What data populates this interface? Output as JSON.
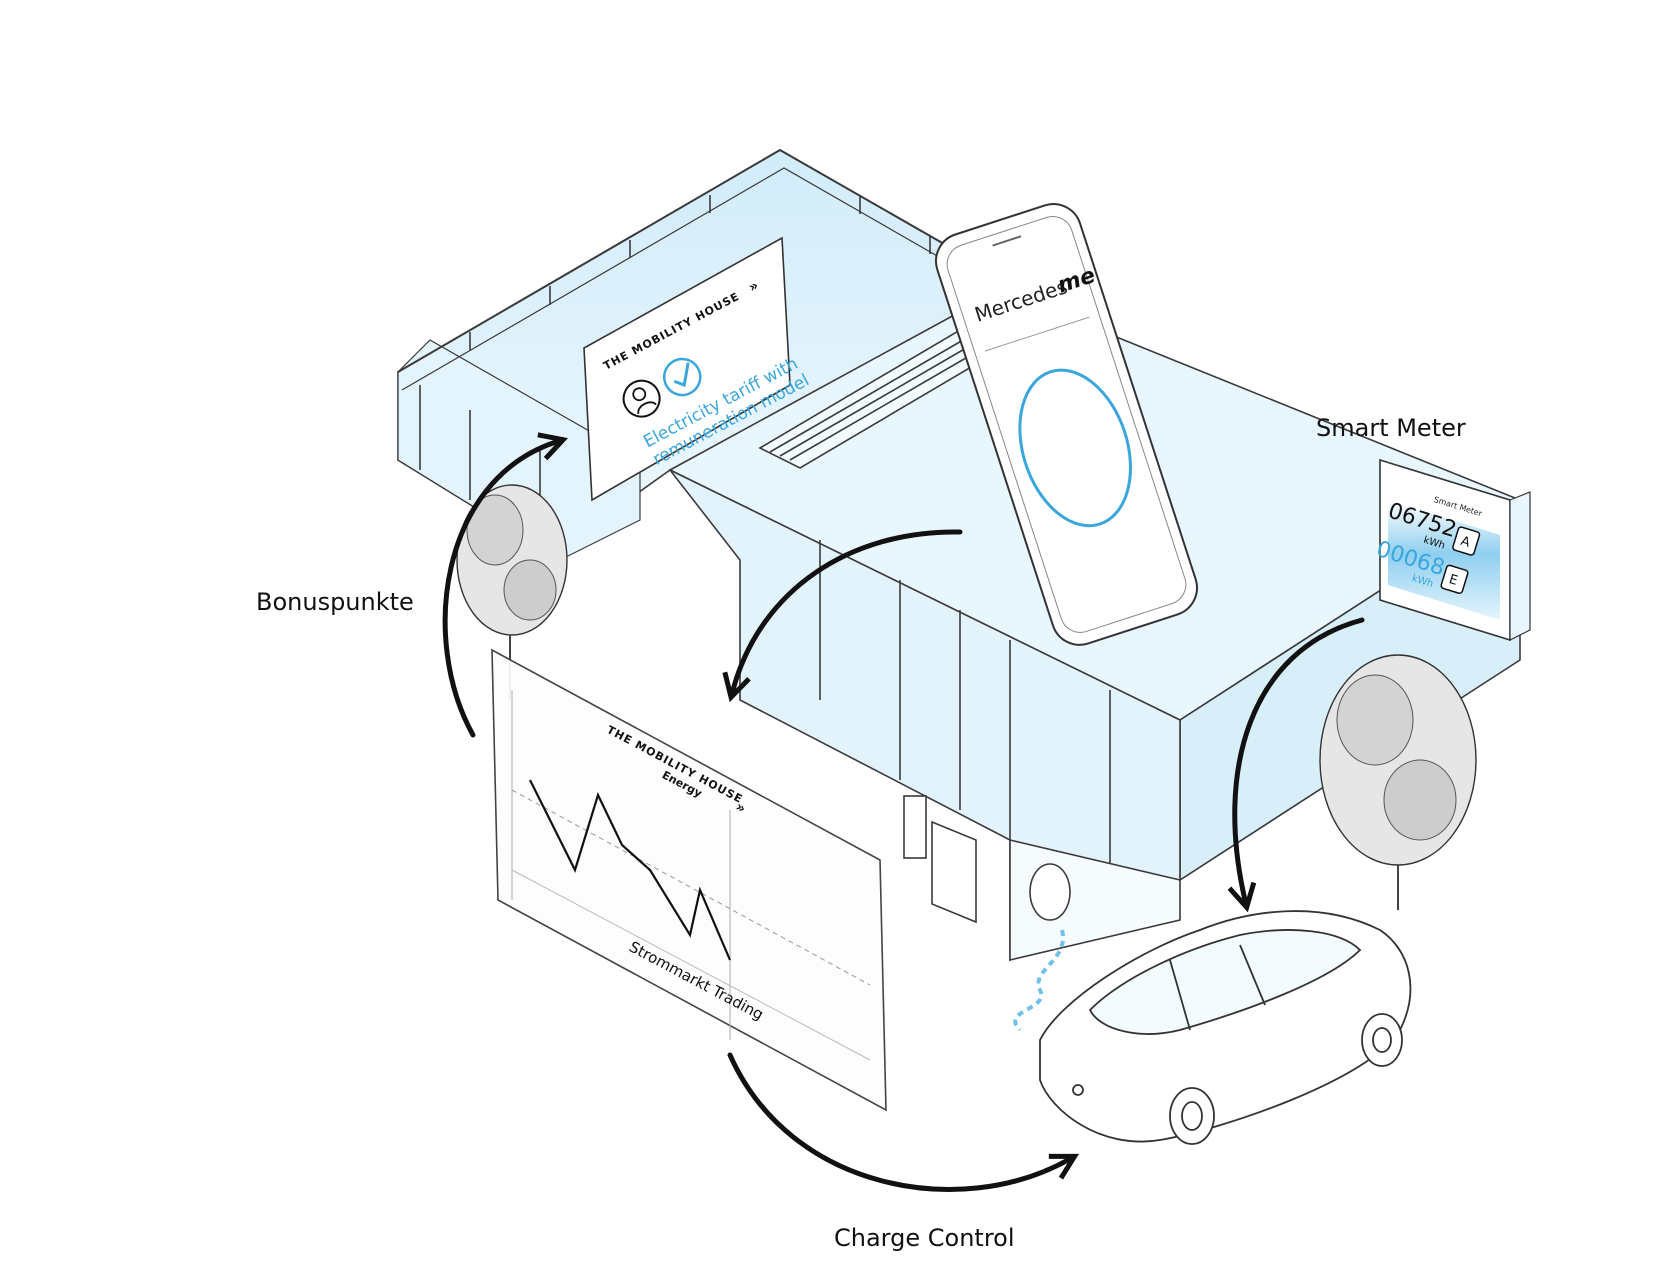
{
  "labels": {
    "bonuspunkte": "Bonuspunkte",
    "smart_meter": "Smart Meter",
    "charge_control": "Charge Control"
  },
  "billboard": {
    "brand": "THE MOBILITY HOUSE",
    "line1": "Electricity tariff with",
    "line2": "remuneration model"
  },
  "trading_panel": {
    "brand": "THE MOBILITY HOUSE",
    "sub": "Energy",
    "caption": "Strommarkt Trading"
  },
  "phone": {
    "brand": "Mercedes",
    "brand_script": "me"
  },
  "meter": {
    "title": "Smart Meter",
    "reading1": "06752",
    "unit1": "kWh",
    "reading2": "00068",
    "unit2": "kWh",
    "badge1": "A",
    "badge2": "E"
  },
  "colors": {
    "glass": "#dff1fb",
    "accent": "#3aa6dc",
    "line": "#1a1a1a"
  }
}
